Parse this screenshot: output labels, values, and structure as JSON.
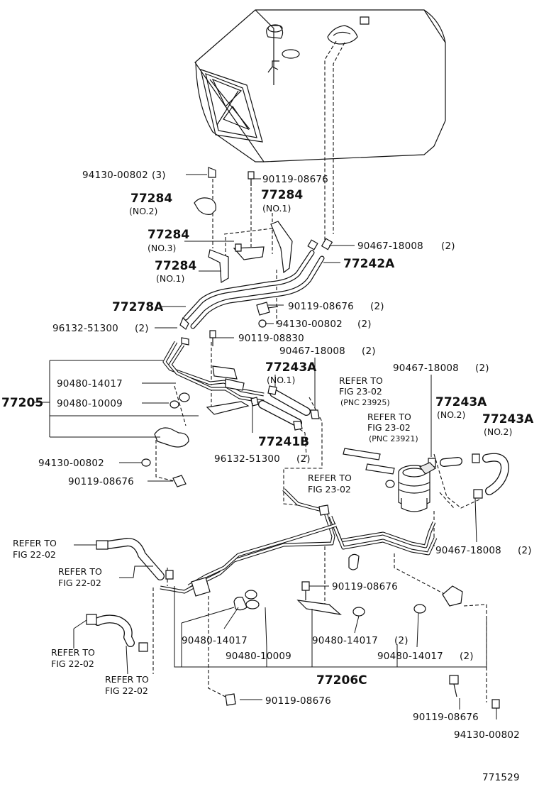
{
  "diagram": {
    "figure_code": "771529",
    "part_labels": [
      {
        "id": "p1",
        "part_no": "94130-00802",
        "qty": "(3)"
      },
      {
        "id": "p2",
        "part_no": "90119-08676",
        "qty": ""
      },
      {
        "id": "p3",
        "part_no": "77284",
        "sub": "(NO.2)"
      },
      {
        "id": "p4",
        "part_no": "77284",
        "sub": "(NO.1)"
      },
      {
        "id": "p5",
        "part_no": "77284",
        "sub": "(NO.3)"
      },
      {
        "id": "p6",
        "part_no": "77284",
        "sub": "(NO.1)"
      },
      {
        "id": "p7",
        "part_no": "90467-18008",
        "qty": "(2)"
      },
      {
        "id": "p8",
        "part_no": "77242A",
        "qty": ""
      },
      {
        "id": "p9",
        "part_no": "77278A",
        "qty": ""
      },
      {
        "id": "p10",
        "part_no": "90119-08676",
        "qty": "(2)"
      },
      {
        "id": "p11",
        "part_no": "96132-51300",
        "qty": "(2)"
      },
      {
        "id": "p12",
        "part_no": "94130-00802",
        "qty": "(2)"
      },
      {
        "id": "p13",
        "part_no": "90119-08830",
        "qty": ""
      },
      {
        "id": "p14",
        "part_no": "90467-18008",
        "qty": "(2)"
      },
      {
        "id": "p15",
        "part_no": "77243A",
        "sub": "(NO.1)"
      },
      {
        "id": "p16",
        "part_no": "90467-18008",
        "qty": "(2)"
      },
      {
        "id": "p17",
        "part_no": "90480-14017",
        "qty": ""
      },
      {
        "id": "p18",
        "part_no": "77205",
        "qty": ""
      },
      {
        "id": "p19",
        "part_no": "90480-10009",
        "qty": ""
      },
      {
        "id": "p20",
        "part_no": "77243A",
        "sub": "(NO.2)"
      },
      {
        "id": "p21",
        "part_no": "77243A",
        "sub": "(NO.2)"
      },
      {
        "id": "p22",
        "part_no": "77241B",
        "qty": ""
      },
      {
        "id": "p23",
        "part_no": "96132-51300",
        "qty": "(2)"
      },
      {
        "id": "p24",
        "part_no": "94130-00802",
        "qty": ""
      },
      {
        "id": "p25",
        "part_no": "90119-08676",
        "qty": ""
      },
      {
        "id": "p26",
        "part_no": "90467-18008",
        "qty": "(2)"
      },
      {
        "id": "p27",
        "part_no": "90119-08676",
        "qty": ""
      },
      {
        "id": "p28",
        "part_no": "90480-14017",
        "qty": ""
      },
      {
        "id": "p29",
        "part_no": "90480-10009",
        "qty": ""
      },
      {
        "id": "p30",
        "part_no": "90480-14017",
        "qty": "(2)"
      },
      {
        "id": "p31",
        "part_no": "90480-14017",
        "qty": "(2)"
      },
      {
        "id": "p32",
        "part_no": "77206C",
        "qty": ""
      },
      {
        "id": "p33",
        "part_no": "90119-08676",
        "qty": ""
      },
      {
        "id": "p34",
        "part_no": "90119-08676",
        "qty": ""
      },
      {
        "id": "p35",
        "part_no": "94130-00802",
        "qty": ""
      }
    ],
    "refer_labels": [
      {
        "id": "r1",
        "line1": "REFER TO",
        "line2": "FIG 23-02",
        "line3": "(PNC 23925)"
      },
      {
        "id": "r2",
        "line1": "REFER TO",
        "line2": "FIG 23-02",
        "line3": "(PNC 23921)"
      },
      {
        "id": "r3",
        "line1": "REFER TO",
        "line2": "FIG 23-02"
      },
      {
        "id": "r4",
        "line1": "REFER TO",
        "line2": "FIG 22-02"
      },
      {
        "id": "r5",
        "line1": "REFER TO",
        "line2": "FIG 22-02"
      },
      {
        "id": "r6",
        "line1": "REFER TO",
        "line2": "FIG 22-02"
      },
      {
        "id": "r7",
        "line1": "REFER TO",
        "line2": "FIG 22-02"
      }
    ]
  }
}
